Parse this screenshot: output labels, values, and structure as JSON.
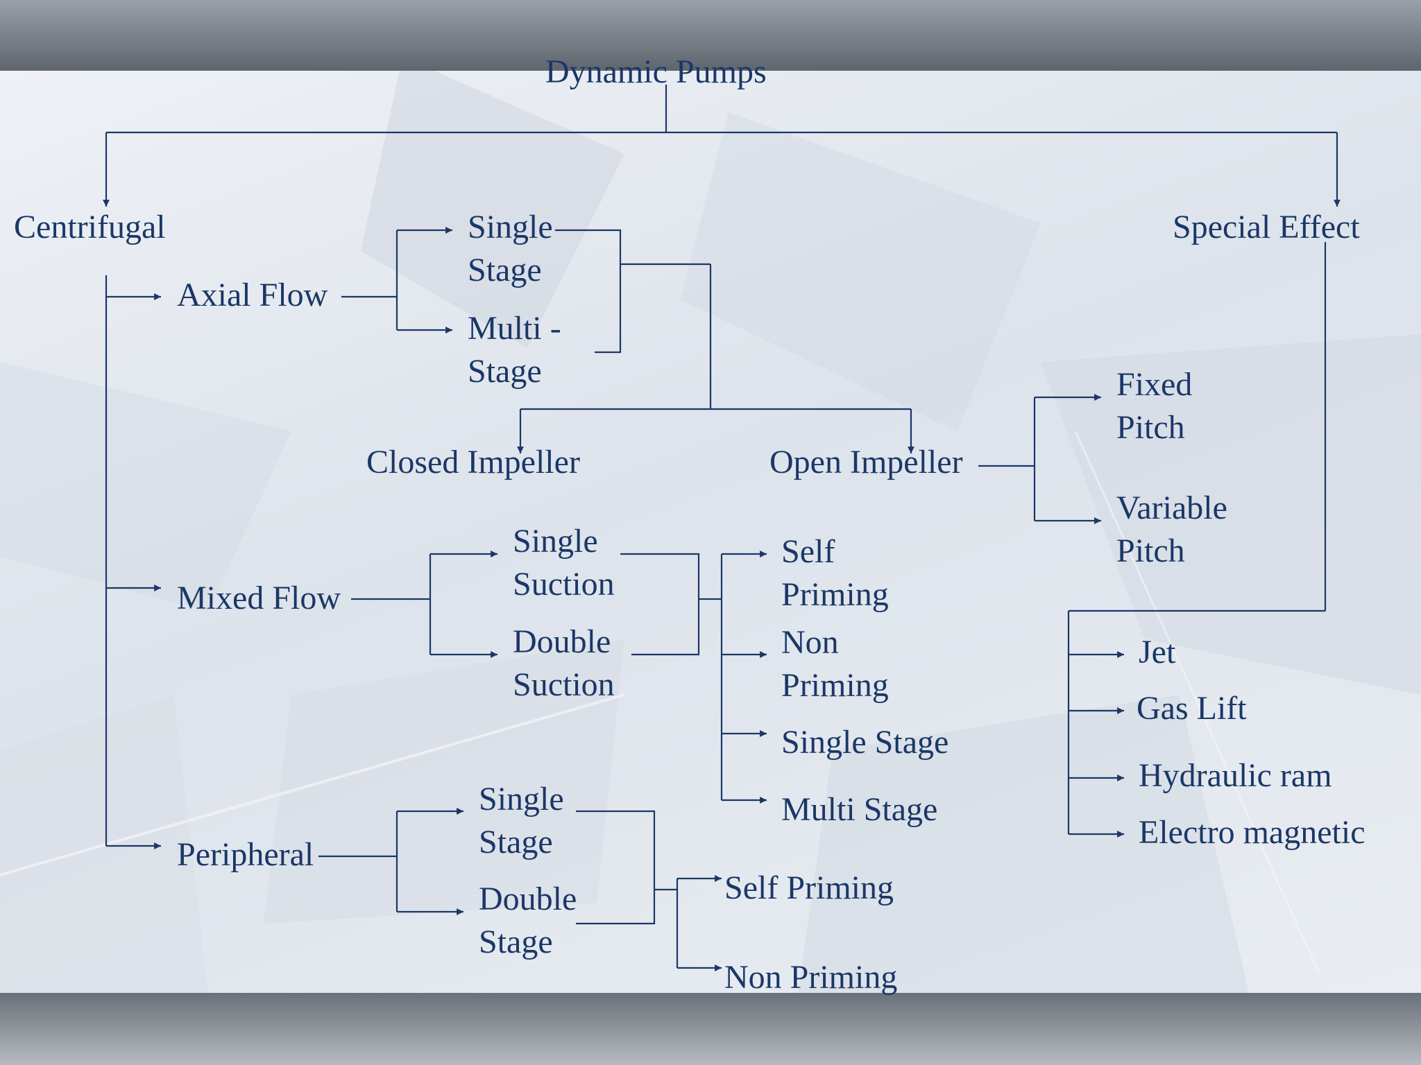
{
  "root": "Dynamic Pumps",
  "centrifugal": "Centrifugal",
  "special_effect": "Special Effect",
  "axial_flow": "Axial Flow",
  "axial_single_1": "Single",
  "axial_single_2": "Stage",
  "axial_multi_1": "Multi -",
  "axial_multi_2": "Stage",
  "closed_impeller": "Closed Impeller",
  "open_impeller": "Open Impeller",
  "fixed_pitch_1": "Fixed",
  "fixed_pitch_2": "Pitch",
  "variable_pitch_1": "Variable",
  "variable_pitch_2": "Pitch",
  "mixed_flow": "Mixed Flow",
  "single_suction_1": "Single",
  "single_suction_2": "Suction",
  "double_suction_1": "Double",
  "double_suction_2": "Suction",
  "self_priming_1": "Self",
  "self_priming_2": "Priming",
  "non_priming_1": "Non",
  "non_priming_2": "Priming",
  "mixed_single_stage": "Single Stage",
  "mixed_multi_stage": "Multi Stage",
  "peripheral": "Peripheral",
  "periph_single_1": "Single",
  "periph_single_2": "Stage",
  "periph_double_1": "Double",
  "periph_double_2": "Stage",
  "periph_self_priming": "Self Priming",
  "periph_non_priming": "Non Priming",
  "jet": "Jet",
  "gas_lift": "Gas Lift",
  "hydraulic_ram": "Hydraulic ram",
  "electro_magnetic": "Electro magnetic",
  "colors": {
    "text": "#1a3767",
    "lines": "#1a3767",
    "bars": "#6a7078"
  }
}
